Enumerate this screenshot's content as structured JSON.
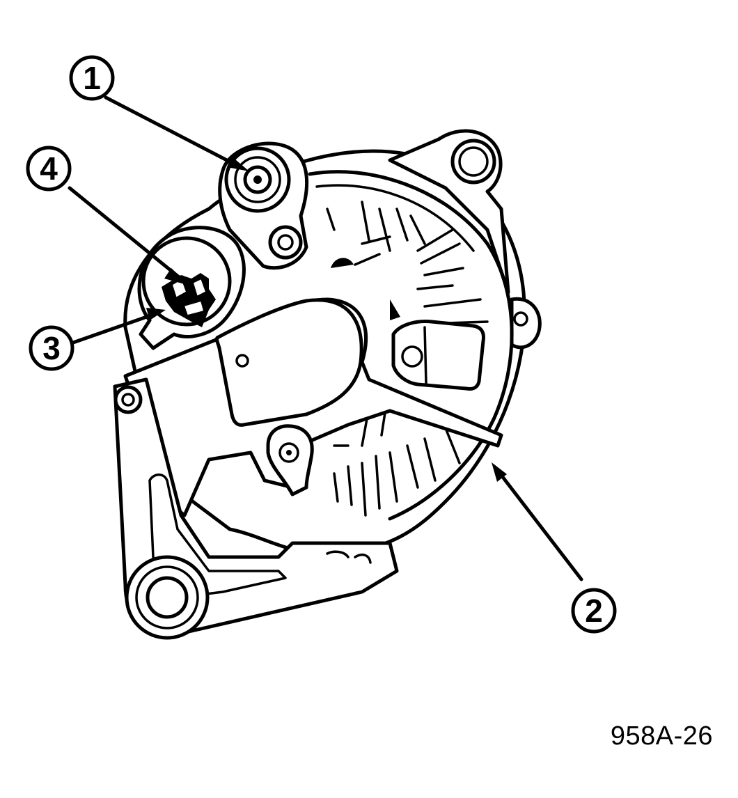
{
  "callouts": [
    {
      "id": "1",
      "label": "1"
    },
    {
      "id": "2",
      "label": "2"
    },
    {
      "id": "3",
      "label": "3"
    },
    {
      "id": "4",
      "label": "4"
    }
  ],
  "figure_id": "958A-26"
}
